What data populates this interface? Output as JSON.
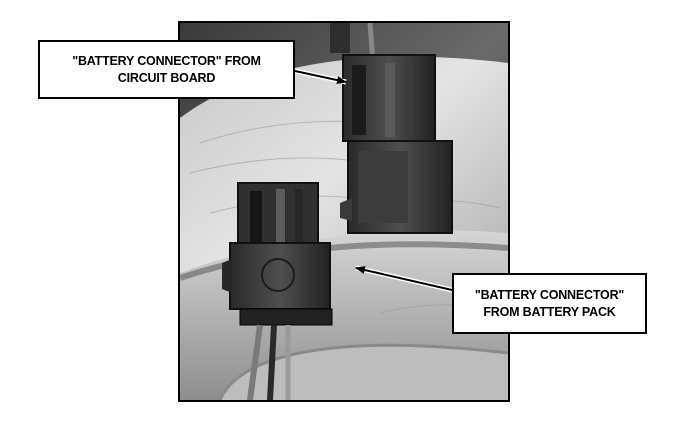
{
  "figure": {
    "callout_circuit_board": {
      "line1": "\"BATTERY CONNECTOR\" FROM",
      "line2": "CIRCUIT BOARD"
    },
    "callout_battery_pack": {
      "line1": "\"BATTERY CONNECTOR\"",
      "line2": "FROM BATTERY PACK"
    }
  }
}
